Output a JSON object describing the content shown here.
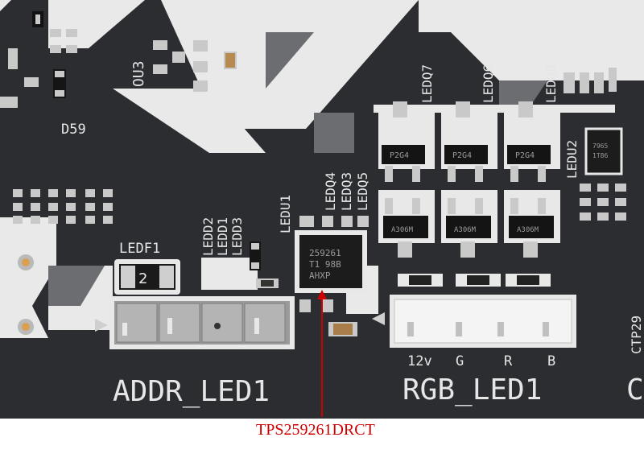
{
  "board": {
    "header_labels": {
      "addr": "ADDR_LED1",
      "rgb": "RGB_LED1"
    },
    "pin_labels": [
      "12v",
      "G",
      "R",
      "B"
    ],
    "designators": {
      "ou3": "OU3",
      "d59": "D59",
      "ledf1": "LEDF1",
      "ledd2": "LEDD2",
      "ledd1": "LEDD1",
      "ledd3": "LEDD3",
      "ledu1": "LEDU1",
      "ledq4": "LEDQ4",
      "ledq3": "LEDQ3",
      "ledq5": "LEDQ5",
      "ledq7": "LEDQ7",
      "ledq6": "LEDQ6",
      "ledq8": "LEDQ8",
      "ledu2": "LEDU2",
      "ctp29": "CTP29",
      "c_edge": "C"
    },
    "ic_markings": {
      "line1": "259261",
      "line2": "T1 98B",
      "line3": "AHXP"
    },
    "ledu2_markings": {
      "line1": "7965",
      "line2": "1T86"
    },
    "fuse_mark": "2",
    "mosfet_top_marks": [
      "P2G4",
      "P2G4",
      "P2G4"
    ],
    "mosfet_bottom_marks": [
      "A306M",
      "A306M",
      "A306M"
    ]
  },
  "callout": {
    "text": "TPS259261DRCT",
    "color": "#d00000"
  },
  "colors": {
    "pcb": "#2b2d31",
    "silk_white": "#e8e8e8",
    "pad_silver": "#c7c7c7"
  }
}
